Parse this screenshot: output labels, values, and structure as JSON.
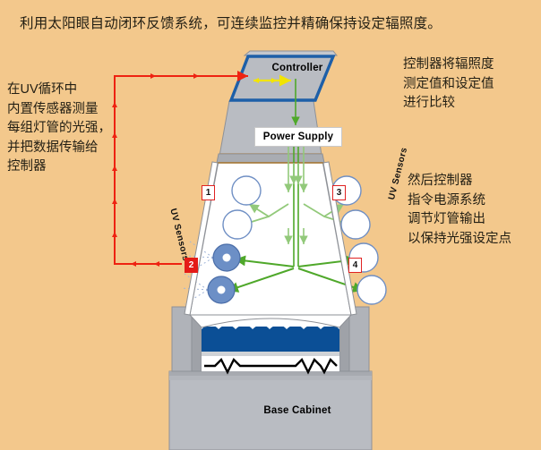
{
  "page": {
    "title": "利用太阳眼自动闭环反馈系统，可连续监控并精确保持设定辐照度。",
    "background_color": "#f3c88c"
  },
  "annotations": {
    "left_note": {
      "lines": [
        "在UV循环中",
        "内置传感器测量",
        "每组灯管的光强，",
        "并把数据传输给",
        "控制器"
      ]
    },
    "right_note_1": {
      "lines": [
        "控制器将辐照度",
        "测定值和设定值",
        "进行比较"
      ]
    },
    "right_note_2": {
      "lines": [
        "然后控制器",
        "指令电源系统",
        "调节灯管输出",
        "以保持光强设定点"
      ]
    }
  },
  "diagram": {
    "controller_label": "Controller",
    "power_supply_label": "Power Supply",
    "base_cabinet_label": "Base Cabinet",
    "uv_sensors_label_left": "UV Sensors",
    "uv_sensors_label_right": "UV Sensors",
    "sensor_tags": [
      {
        "number": "1",
        "style": "light",
        "side": "left"
      },
      {
        "number": "2",
        "style": "dark",
        "side": "left"
      },
      {
        "number": "3",
        "style": "light",
        "side": "right"
      },
      {
        "number": "4",
        "style": "light",
        "side": "right"
      }
    ],
    "colors": {
      "background": "#f3c88c",
      "cabinet_gray": "#b9bcc2",
      "chamber_white": "#ffffff",
      "controller_outline": "#1d5fa8",
      "feedback_arrow_red": "#ee2211",
      "signal_arrow_green": "#4fa82a",
      "control_arrow_yellow": "#f2e400",
      "water_blue": "#0b4f96",
      "lamp_outline": "#6f8fc4",
      "lamp_lit_fill": "#6c8fc6"
    },
    "lamps": {
      "unlit_count": 6,
      "lit_count": 2
    }
  }
}
